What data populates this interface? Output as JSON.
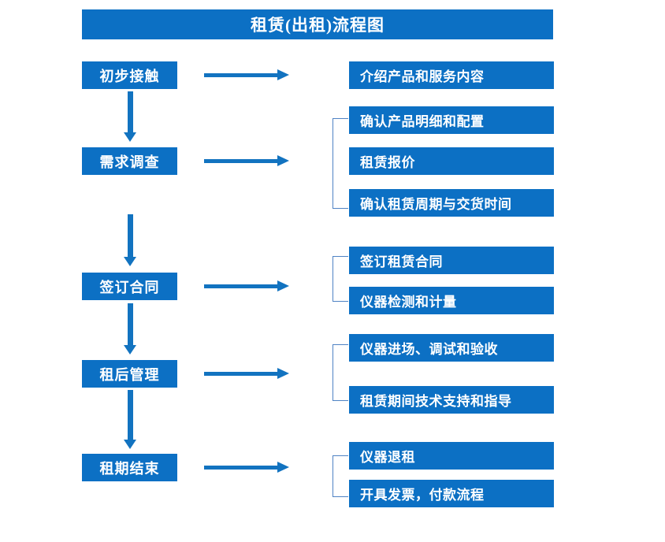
{
  "title": "租赁(出租)流程图",
  "colors": {
    "box_fill": "#0C70C4",
    "box_text": "#FFFFFF",
    "arrow": "#1273C0",
    "bracket": "#4F83C4",
    "background": "#FFFFFF"
  },
  "stages": [
    {
      "label": "初步接触"
    },
    {
      "label": "需求调查"
    },
    {
      "label": "签订合同"
    },
    {
      "label": "租后管理"
    },
    {
      "label": "租期结束"
    }
  ],
  "details": [
    {
      "label": "介绍产品和服务内容"
    },
    {
      "label": "确认产品明细和配置"
    },
    {
      "label": "租赁报价"
    },
    {
      "label": "确认租赁周期与交货时间"
    },
    {
      "label": "签订租赁合同"
    },
    {
      "label": "仪器检测和计量"
    },
    {
      "label": "仪器进场、调试和验收"
    },
    {
      "label": "租赁期间技术支持和指导"
    },
    {
      "label": "仪器退租"
    },
    {
      "label": "开具发票，付款流程"
    }
  ]
}
